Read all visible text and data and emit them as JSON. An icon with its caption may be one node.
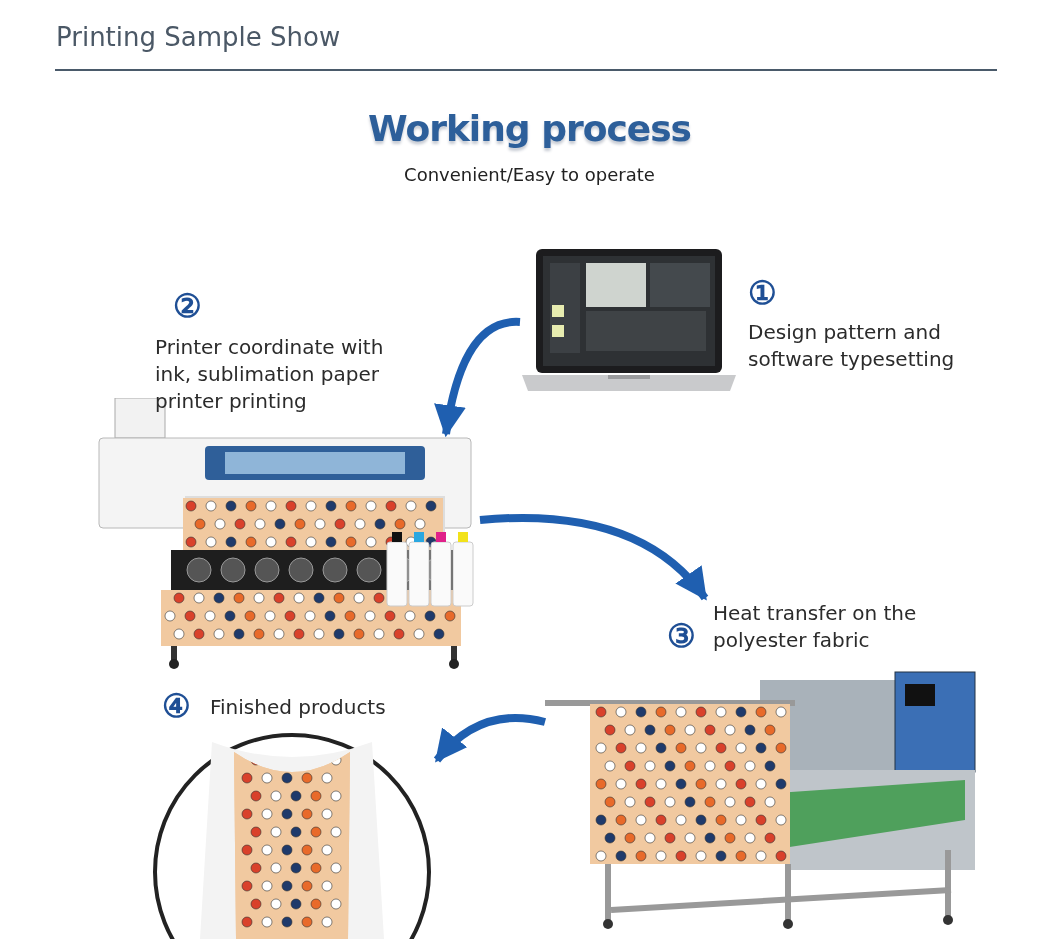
{
  "diagram": {
    "title": "Working process",
    "nodes": [
      {
        "text": [
          "①",
          "Design pattern and software typesetting"
        ]
      },
      {
        "text": [
          "②",
          "Printer coordinate with ink, sublimation paper printer printing"
        ]
      },
      {
        "text": [
          "③",
          "Heat transfer on the polyester fabric"
        ]
      },
      {
        "text": [
          "④",
          "Finished products"
        ]
      }
    ],
    "edges": [
      {
        "from": 0,
        "to": 1,
        "arrow": "to"
      },
      {
        "from": 1,
        "to": 2,
        "arrow": "to"
      },
      {
        "from": 2,
        "to": 3,
        "arrow": "to"
      }
    ],
    "labels": [
      "Printing Sample Show",
      "Convenient/Easy to operate"
    ]
  }
}
